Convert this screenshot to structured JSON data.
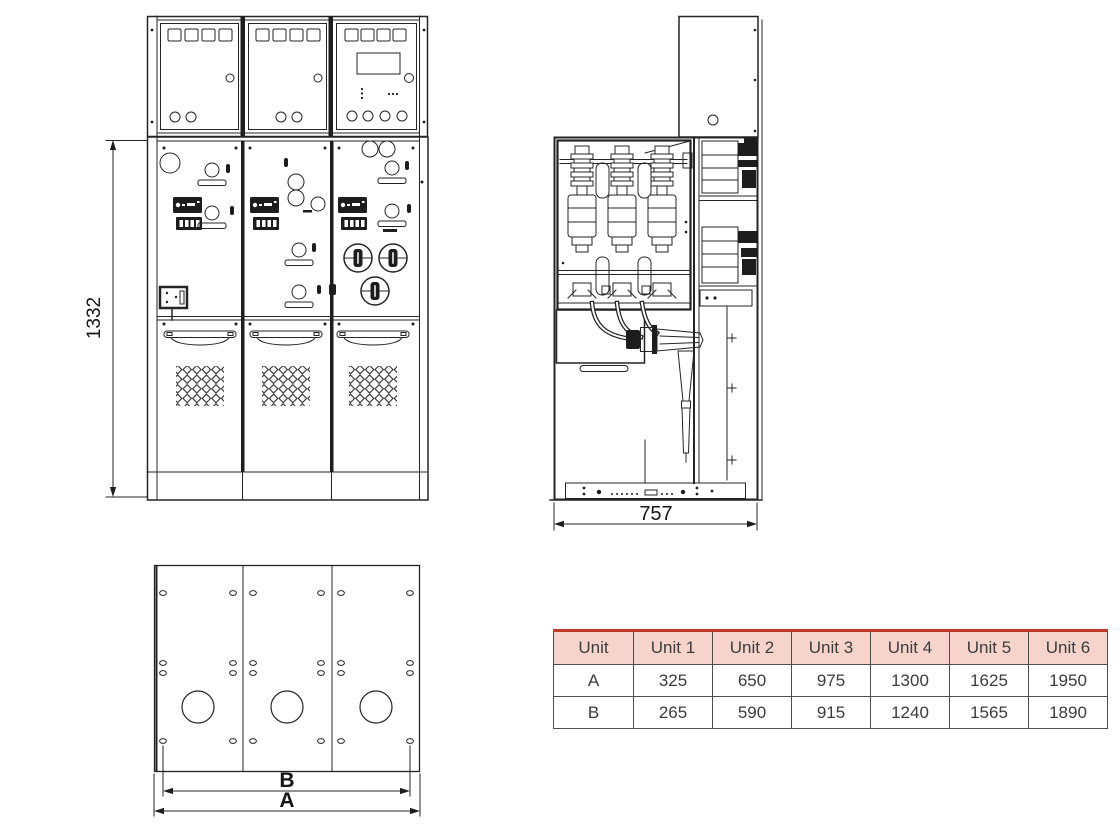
{
  "views": {
    "front": {
      "height_dim": "1332"
    },
    "side": {
      "width_dim": "757"
    },
    "plan": {
      "inner_width_dim": "B",
      "outer_width_dim": "A"
    }
  },
  "dimensions_table": {
    "header": [
      "Unit",
      "Unit 1",
      "Unit 2",
      "Unit 3",
      "Unit 4",
      "Unit 5",
      "Unit 6"
    ],
    "rows": [
      {
        "label": "A",
        "values": [
          "325",
          "650",
          "975",
          "1300",
          "1625",
          "1950"
        ]
      },
      {
        "label": "B",
        "values": [
          "265",
          "590",
          "915",
          "1240",
          "1565",
          "1890"
        ]
      }
    ],
    "colors": {
      "header_bg": "#f6d4cb",
      "accent_top_border": "#bf3a2b",
      "grid": "#4d4d4d",
      "text": "#3c3c3c"
    }
  },
  "style": {
    "drawing_line": "#242424",
    "background": "#ffffff"
  }
}
